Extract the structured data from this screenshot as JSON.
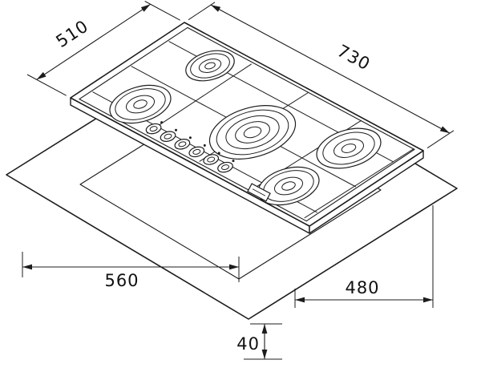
{
  "diagram": {
    "labels": {
      "hob_depth": "510",
      "hob_width": "730",
      "cutout_width": "560",
      "cutout_depth": "480",
      "front_clearance": "40"
    },
    "colors": {
      "line": "#1c1c1c",
      "background": "#ffffff"
    }
  }
}
